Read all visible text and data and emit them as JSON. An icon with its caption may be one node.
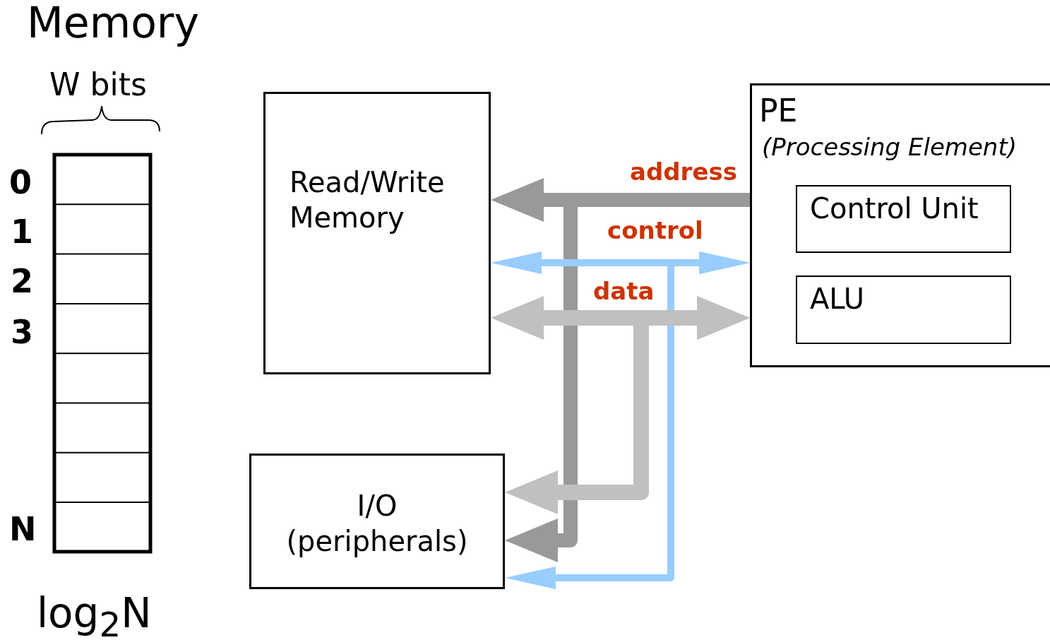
{
  "diagram": {
    "nodes": [
      {
        "text": [
          "Read/Write Memory"
        ]
      },
      {
        "text": [
          "PE",
          "(Processing Element)"
        ]
      },
      {
        "text": [
          "Control Unit"
        ],
        "in": 1
      },
      {
        "text": [
          "ALU"
        ],
        "in": 1
      },
      {
        "text": [
          "I/O (peripherals)"
        ]
      }
    ],
    "edges": [
      {
        "from": 1,
        "to": 0,
        "arrow": "to",
        "label": "address",
        "color": "#999999"
      },
      {
        "from": 1,
        "to": 4,
        "arrow": "to",
        "color": "#999999"
      },
      {
        "from": 0,
        "to": 1,
        "arrow": "both",
        "label": "control",
        "color": "#99ccff"
      },
      {
        "from": 1,
        "to": 4,
        "arrow": "both",
        "color": "#99ccff"
      },
      {
        "from": 0,
        "to": 1,
        "arrow": "both",
        "label": "data",
        "color": "#c0c0c0"
      },
      {
        "from": 1,
        "to": 4,
        "arrow": "both",
        "color": "#c0c0c0"
      }
    ],
    "labels": [
      "Memory",
      "W bits",
      "0",
      "1",
      "2",
      "3",
      "N",
      "log$_{2}$N"
    ]
  }
}
